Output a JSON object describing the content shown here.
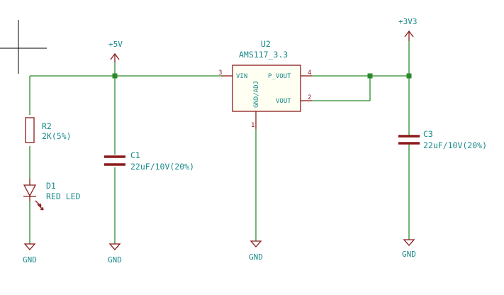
{
  "components": {
    "r2": {
      "ref": "R2",
      "value": "2K(5%)"
    },
    "d1": {
      "ref": "D1",
      "value": "RED LED"
    },
    "c1": {
      "ref": "C1",
      "value": "22uF/10V(20%)"
    },
    "c3": {
      "ref": "C3",
      "value": "22uF/10V(20%)"
    },
    "u2": {
      "ref": "U2",
      "value": "AMS117_3.3",
      "pins": {
        "vin": {
          "name": "VIN",
          "number": "3"
        },
        "pvout": {
          "name": "P_VOUT",
          "number": "4"
        },
        "vout": {
          "name": "VOUT",
          "number": "2"
        },
        "gnd": {
          "name": "GND/ADJ",
          "number": "1"
        }
      }
    }
  },
  "power": {
    "plus5v": "+5V",
    "plus3v3": "+3V3",
    "gnd": "GND"
  },
  "colors": {
    "wire": "#2a8a2a",
    "component": "#8b1a1a",
    "label": "#1a8a8a",
    "ic_fill": "#fffff2"
  }
}
